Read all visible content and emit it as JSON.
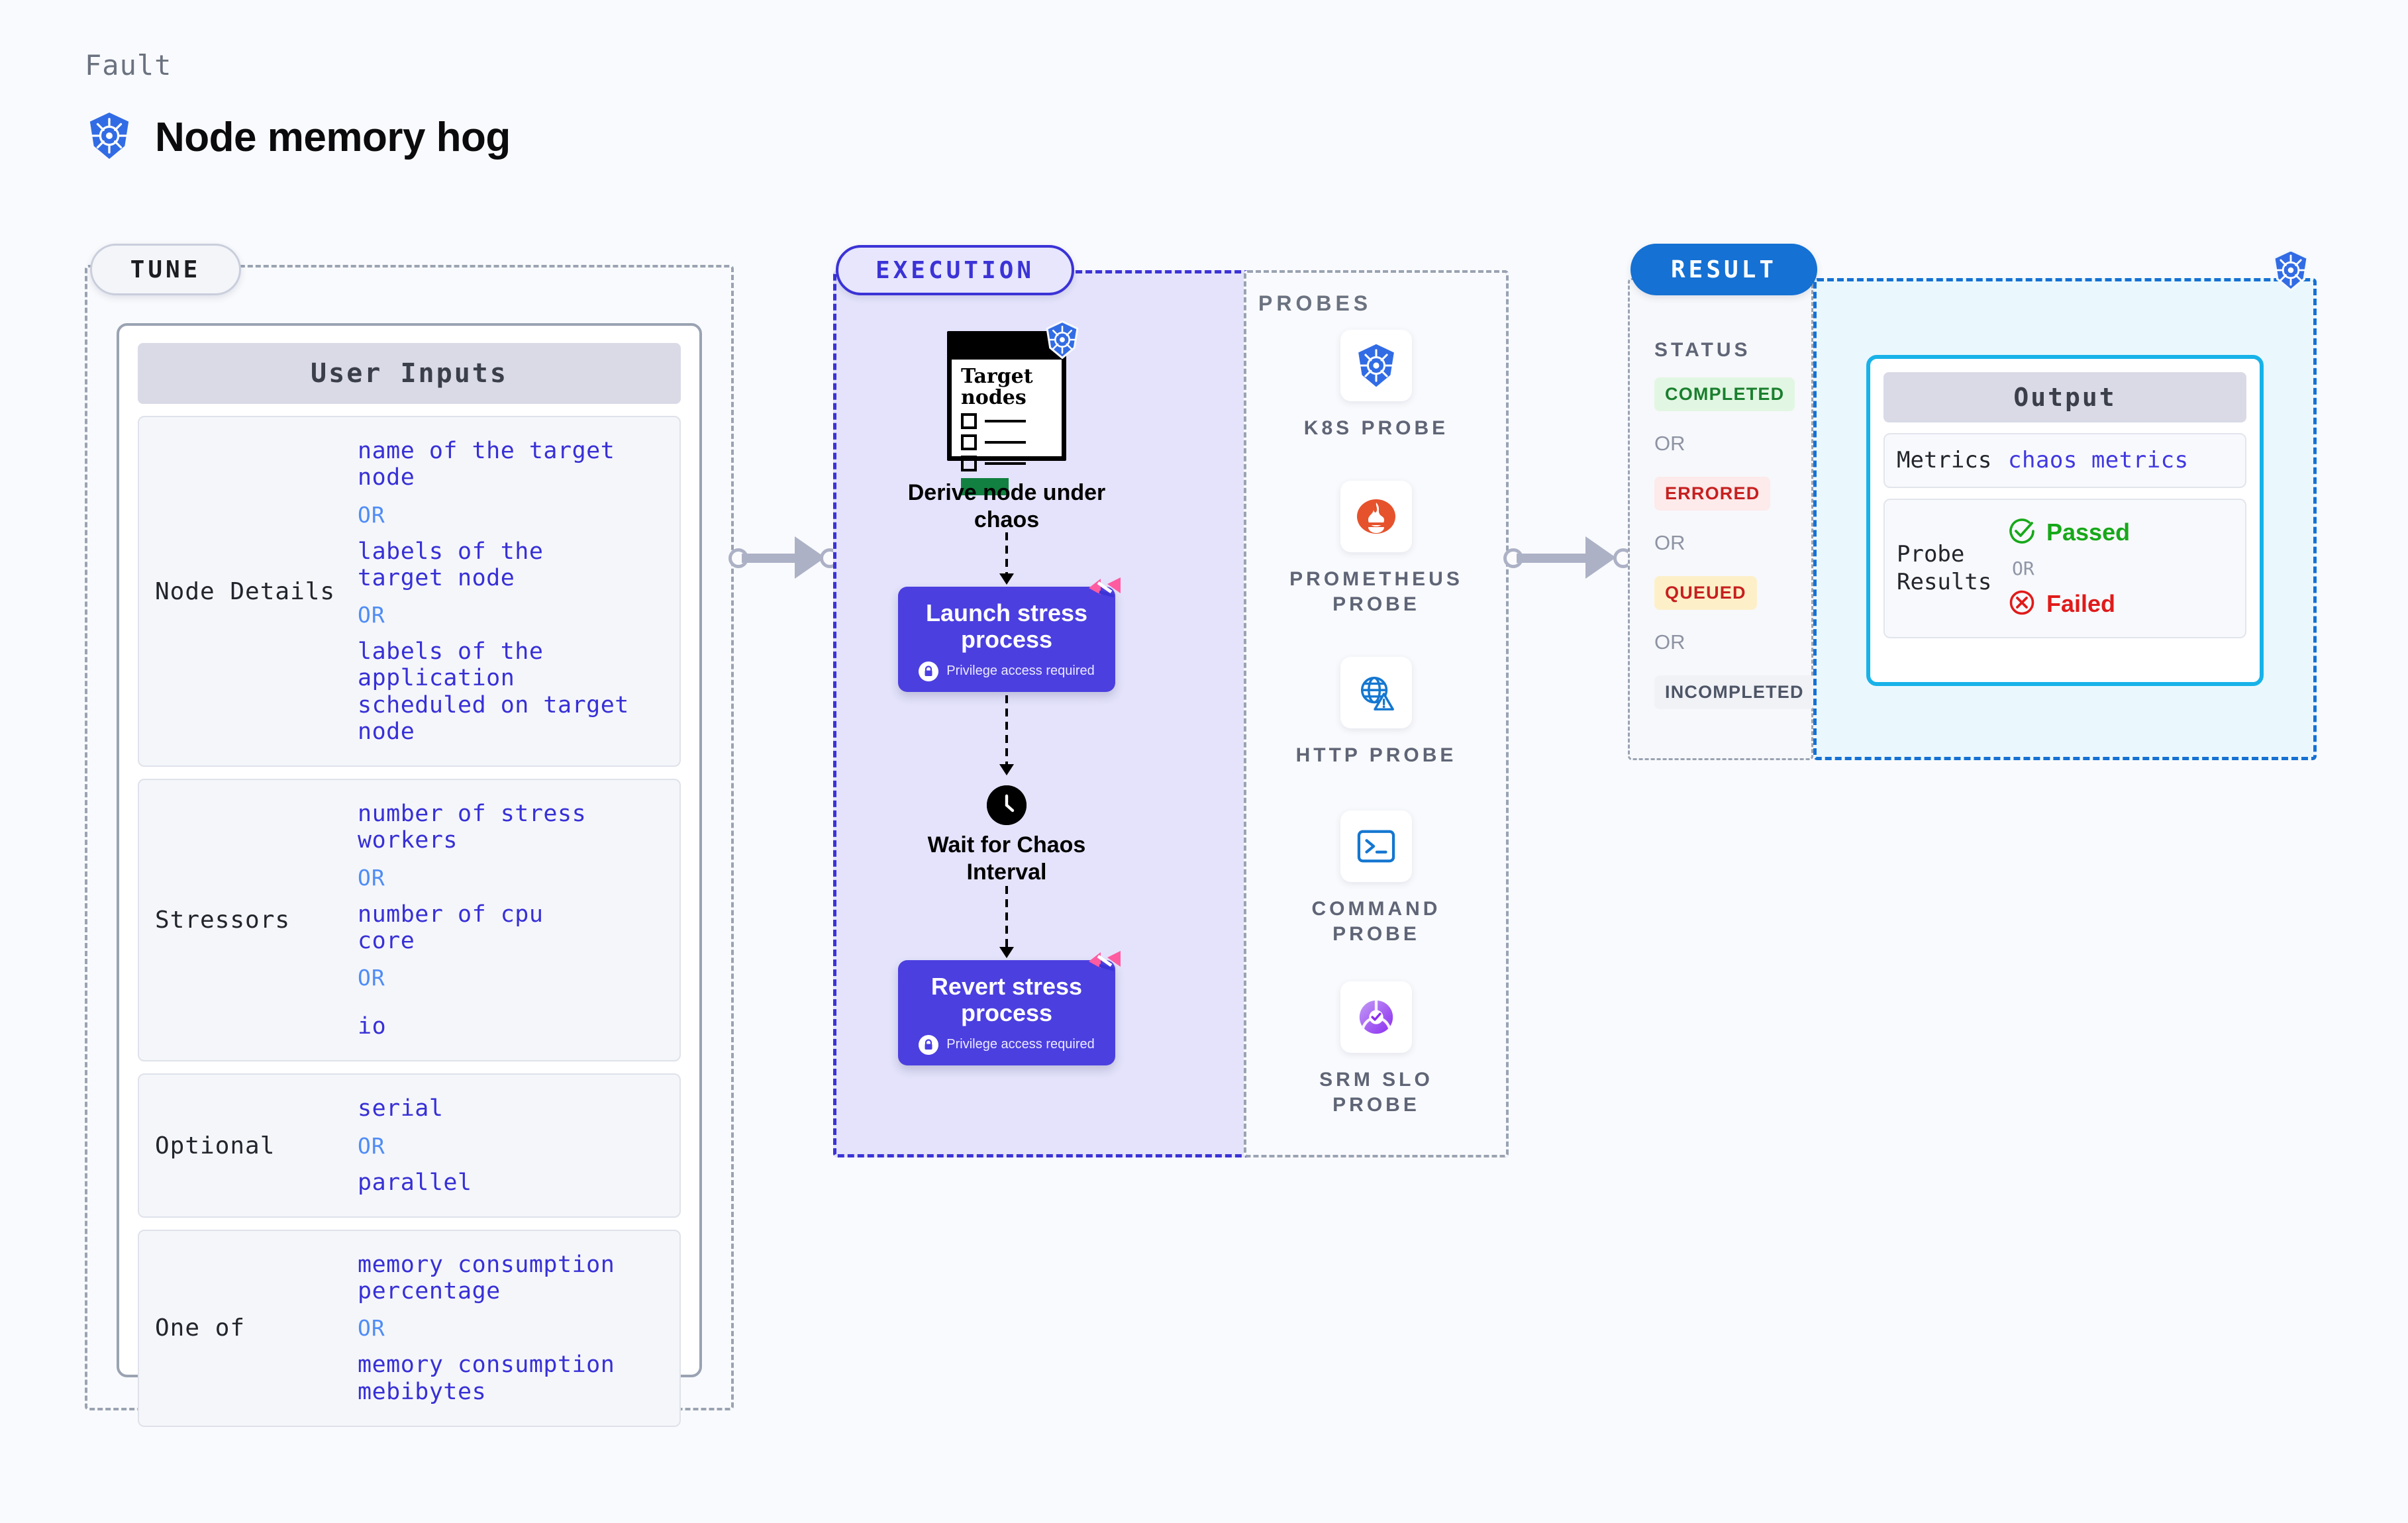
{
  "header": {
    "eyebrow": "Fault",
    "title": "Node memory hog",
    "icon": "kubernetes-icon"
  },
  "tune": {
    "pill_label": "TUNE",
    "card_title": "User Inputs",
    "rows": [
      {
        "label": "Node Details",
        "values": [
          "name of the target\nnode",
          "labels of the\ntarget node",
          "labels of the application\n scheduled on target node"
        ],
        "separator": "OR"
      },
      {
        "label": "Stressors",
        "values": [
          "number of stress\nworkers",
          "number of cpu\ncore",
          "io"
        ],
        "separator": "OR"
      },
      {
        "label": "Optional",
        "values": [
          "serial",
          "parallel"
        ],
        "separator": "OR"
      },
      {
        "label": "One of",
        "values": [
          "memory consumption\npercentage",
          "memory consumption\nmebibytes"
        ],
        "separator": "OR"
      }
    ]
  },
  "execution": {
    "pill_label": "EXECUTION",
    "note": {
      "title": "Target\nnodes",
      "icon": "kubernetes-icon"
    },
    "steps": [
      {
        "caption": "Derive node under\nchaos",
        "type": "note"
      },
      {
        "title": "Launch stress\nprocess",
        "sub": "Privilege access required",
        "icon": "lock-icon",
        "badge": "harness-logo-icon",
        "type": "box"
      },
      {
        "caption": "Wait for Chaos\nInterval",
        "icon": "clock-icon",
        "type": "clock"
      },
      {
        "title": "Revert stress\nprocess",
        "sub": "Privilege access required",
        "icon": "lock-icon",
        "badge": "harness-logo-icon",
        "type": "box"
      }
    ]
  },
  "probes": {
    "title": "PROBES",
    "items": [
      {
        "label": "K8S PROBE",
        "icon": "kubernetes-icon"
      },
      {
        "label": "PROMETHEUS\nPROBE",
        "icon": "prometheus-icon"
      },
      {
        "label": "HTTP PROBE",
        "icon": "globe-warning-icon"
      },
      {
        "label": "COMMAND\nPROBE",
        "icon": "terminal-icon"
      },
      {
        "label": "SRM SLO\nPROBE",
        "icon": "srm-slo-icon"
      }
    ]
  },
  "result": {
    "pill_label": "RESULT",
    "status_title": "STATUS",
    "separator": "OR",
    "statuses": [
      {
        "label": "COMPLETED",
        "color": "#1a7f2e",
        "bg": "#e2f7e3"
      },
      {
        "label": "ERRORED",
        "color": "#c62020",
        "bg": "#fdeaea"
      },
      {
        "label": "QUEUED",
        "color": "#c62020",
        "bg": "#fdf0c9"
      },
      {
        "label": "INCOMPLETED",
        "color": "#4d5566",
        "bg": "#f1f2f6"
      }
    ],
    "output": {
      "title": "Output",
      "metrics_label": "Metrics",
      "metrics_value": "chaos metrics",
      "probe_results_label": "Probe\nResults",
      "passed_label": "Passed",
      "passed_color": "#17a81a",
      "failed_label": "Failed",
      "failed_color": "#e01b1b",
      "separator": "OR"
    },
    "corner_icon": "kubernetes-icon"
  },
  "colors": {
    "background": "#f9fafd",
    "tune_dash": "#9aa3b2",
    "execution_dash": "#3b33d6",
    "execution_fill": "#e4e3fb",
    "result_dash": "#1571d3",
    "result_fill": "#eaf8fe",
    "step_box": "#4b3fe0",
    "value_text": "#3730d6",
    "or_text": "#4f8df5"
  }
}
